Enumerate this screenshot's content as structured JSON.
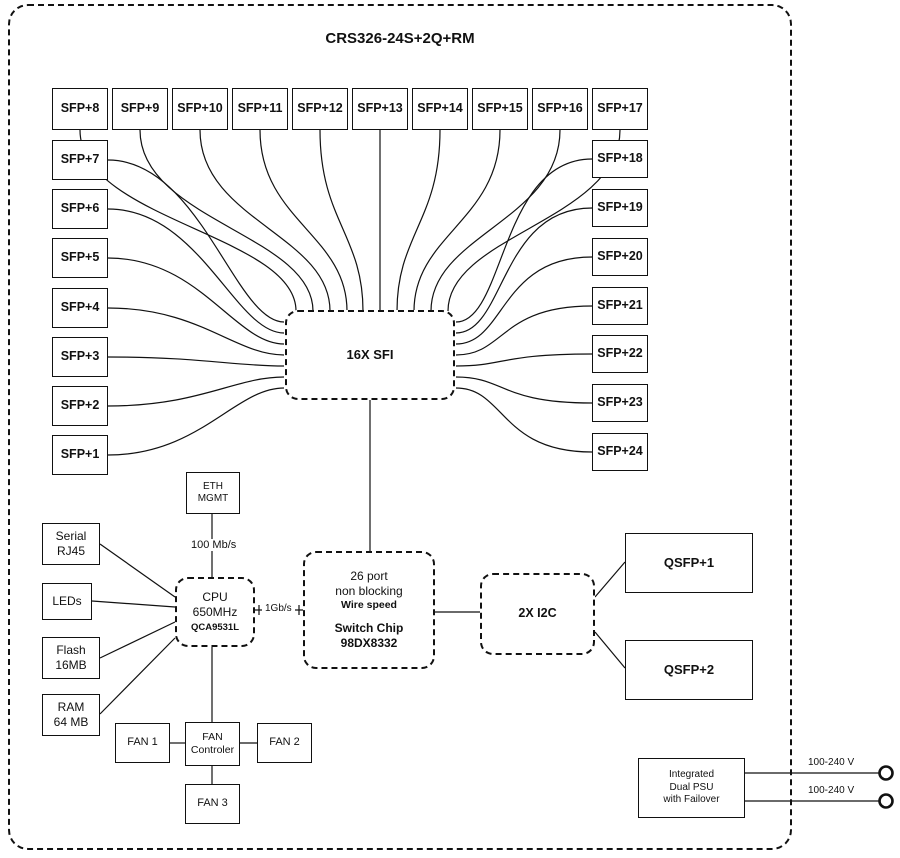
{
  "title": "CRS326-24S+2Q+RM",
  "sfp_top": [
    "SFP+8",
    "SFP+9",
    "SFP+10",
    "SFP+11",
    "SFP+12",
    "SFP+13",
    "SFP+14",
    "SFP+15",
    "SFP+16",
    "SFP+17"
  ],
  "sfp_left": [
    "SFP+7",
    "SFP+6",
    "SFP+5",
    "SFP+4",
    "SFP+3",
    "SFP+2",
    "SFP+1"
  ],
  "sfp_right": [
    "SFP+18",
    "SFP+19",
    "SFP+20",
    "SFP+21",
    "SFP+22",
    "SFP+23",
    "SFP+24"
  ],
  "sfi": {
    "label": "16X SFI"
  },
  "eth_mgmt": {
    "line1": "ETH",
    "line2": "MGMT"
  },
  "links": {
    "mgmt_speed": "100 Mb/s",
    "cpu_switch_speed": "1Gb/s"
  },
  "cpu": {
    "line1": "CPU",
    "line2": "650MHz",
    "chip": "QCA9531L"
  },
  "peripherals": {
    "serial": [
      "Serial",
      "RJ45"
    ],
    "leds": "LEDs",
    "flash": [
      "Flash",
      "16MB"
    ],
    "ram": [
      "RAM",
      "64 MB"
    ]
  },
  "switch_chip": {
    "line1": "26 port",
    "line2": "non blocking",
    "line3": "Wire speed",
    "line4": "Switch Chip",
    "line5": "98DX8332"
  },
  "i2c": {
    "label": "2X I2C"
  },
  "qsfp": {
    "q1": "QSFP+1",
    "q2": "QSFP+2"
  },
  "fans": {
    "fan1": "FAN 1",
    "controller": [
      "FAN",
      "Controler"
    ],
    "fan2": "FAN 2",
    "fan3": "FAN 3"
  },
  "psu": {
    "line1": "Integrated",
    "line2": "Dual PSU",
    "line3": "with Failover",
    "voltage1": "100-240 V",
    "voltage2": "100-240 V"
  },
  "colors": {
    "line": "#111111",
    "background": "#ffffff"
  }
}
